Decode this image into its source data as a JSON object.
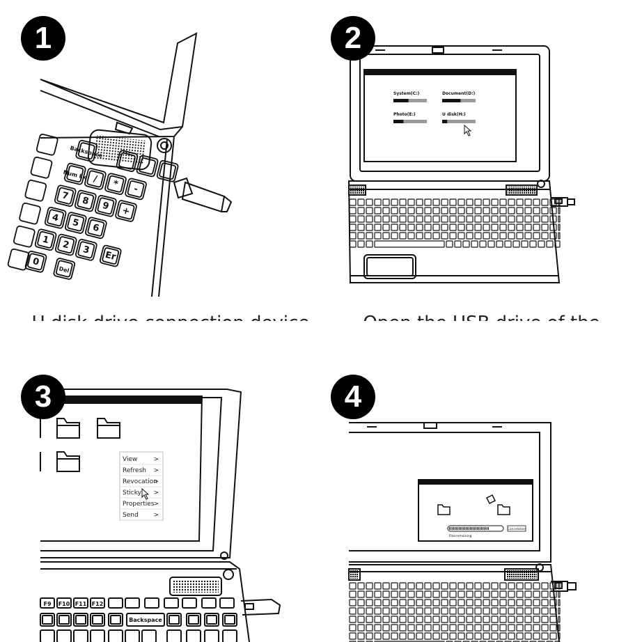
{
  "steps": [
    {
      "number": "1",
      "caption": "U disk drive connection device",
      "keys": {
        "backspace": "Backspace",
        "numlock": "Num Lk",
        "slash": "/",
        "star": "*",
        "minus": "-",
        "k7": "7",
        "k8": "8",
        "k9": "9",
        "plus": "+",
        "k4": "4",
        "k5": "5",
        "k6": "6",
        "k1": "1",
        "k2": "2",
        "k3": "3",
        "k0": "0",
        "del": "Del",
        "enter": "Er"
      }
    },
    {
      "number": "2",
      "caption": "Open the USB drive of the connected device",
      "drives": [
        {
          "label": "System(C:)",
          "fill": 0.45
        },
        {
          "label": "Document(D:)",
          "fill": 0.55
        },
        {
          "label": "Photo(E:)",
          "fill": 0.3
        },
        {
          "label": "U disk(H:)",
          "fill": 0.15
        }
      ]
    },
    {
      "number": "3",
      "context_menu": [
        {
          "label": "View",
          "arrow": ">"
        },
        {
          "label": "Refresh",
          "arrow": ">"
        },
        {
          "label": "Revocation",
          "arrow": ">"
        },
        {
          "label": "Sticky",
          "arrow": ">"
        },
        {
          "label": "Properties",
          "arrow": ">"
        },
        {
          "label": "Send",
          "arrow": ">"
        }
      ],
      "keys": {
        "f9": "F9",
        "f10": "F10",
        "f11": "F11",
        "f12": "F12",
        "backspace": "Backspace"
      }
    },
    {
      "number": "4",
      "copy_dialog": {
        "cancel_label": "Cancelation",
        "status": "Fiterremaining",
        "progress": 0.75
      }
    }
  ]
}
